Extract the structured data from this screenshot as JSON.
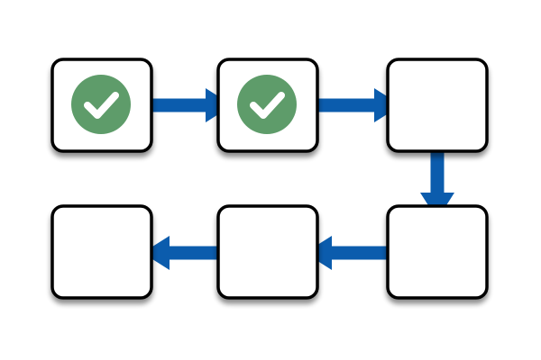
{
  "colors": {
    "box_fill": "#ffffff",
    "box_stroke": "#000000",
    "arrow": "#0b5cad",
    "check_circle": "#5e9c6a",
    "check_mark": "#ffffff",
    "shadow": "#9a9a9a"
  },
  "steps": [
    {
      "index": 1,
      "completed": true,
      "icon": "checkmark-icon"
    },
    {
      "index": 2,
      "completed": true,
      "icon": "checkmark-icon"
    },
    {
      "index": 3,
      "completed": false
    },
    {
      "index": 4,
      "completed": false
    },
    {
      "index": 5,
      "completed": false
    },
    {
      "index": 6,
      "completed": false
    }
  ],
  "connections": [
    {
      "from": 1,
      "to": 2,
      "direction": "right"
    },
    {
      "from": 2,
      "to": 3,
      "direction": "right"
    },
    {
      "from": 3,
      "to": 4,
      "direction": "down"
    },
    {
      "from": 4,
      "to": 5,
      "direction": "left"
    },
    {
      "from": 5,
      "to": 6,
      "direction": "left"
    }
  ]
}
